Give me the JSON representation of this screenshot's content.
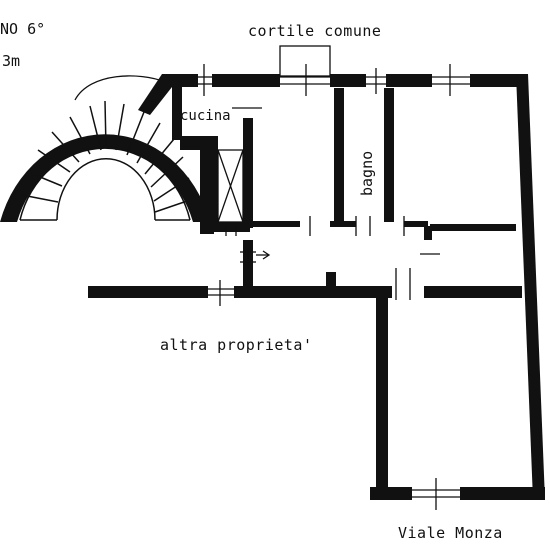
{
  "header": {
    "floor": "NO 6°",
    "height": "3m"
  },
  "labels": {
    "courtyard": "cortile comune",
    "kitchen": "cucina",
    "bathroom": "bagno",
    "other_property": "altra proprieta'",
    "street": "Viale Monza"
  },
  "colors": {
    "wall": "#111111",
    "background": "#ffffff"
  }
}
